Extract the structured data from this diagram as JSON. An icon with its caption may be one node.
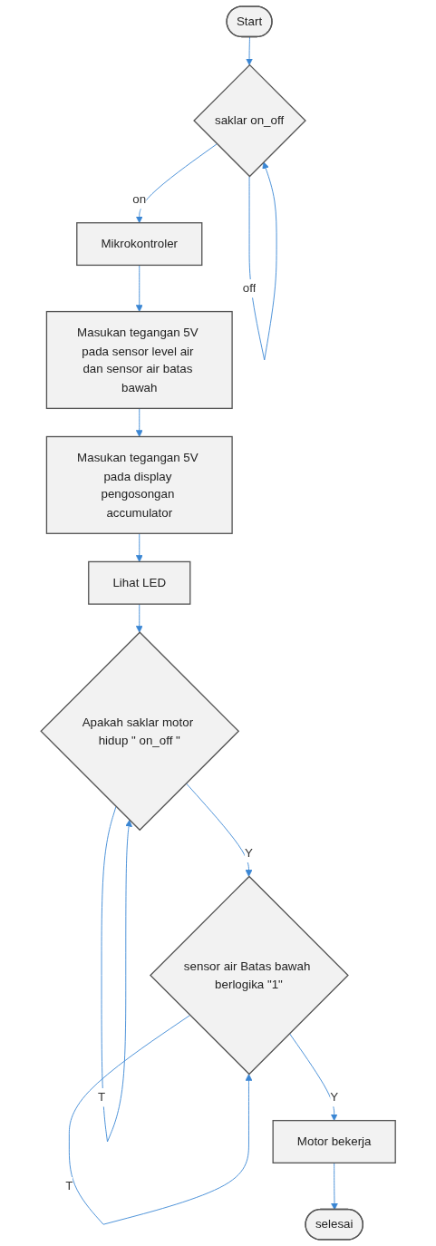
{
  "diagram": {
    "nodes": [
      {
        "text": [
          "Start"
        ]
      },
      {
        "text": [
          "saklar on_off"
        ]
      },
      {
        "text": [
          "Mikrokontroler"
        ]
      },
      {
        "text": [
          "Masukan tegangan 5V pada sensor level air dan sensor air batas bawah"
        ]
      },
      {
        "text": [
          "Masukan tegangan 5V pada display pengosongan accumulator"
        ]
      },
      {
        "text": [
          "Lihat LED"
        ]
      },
      {
        "text": [
          "Apakah saklar motor hidup \" on_off \""
        ]
      },
      {
        "text": [
          "sensor air Batas bawah berlogika \"1\""
        ]
      },
      {
        "text": [
          "Motor bekerja"
        ]
      },
      {
        "text": [
          "selesai"
        ]
      }
    ],
    "edges": [
      {
        "from": 0,
        "to": 1,
        "arrow": "to"
      },
      {
        "from": 1,
        "to": 1,
        "arrow": "to",
        "label": "off"
      },
      {
        "from": 1,
        "to": 2,
        "arrow": "to",
        "label": "on"
      },
      {
        "from": 2,
        "to": 3,
        "arrow": "to"
      },
      {
        "from": 3,
        "to": 4,
        "arrow": "to"
      },
      {
        "from": 4,
        "to": 5,
        "arrow": "to"
      },
      {
        "from": 5,
        "to": 6,
        "arrow": "to"
      },
      {
        "from": 6,
        "to": 6,
        "arrow": "to",
        "label": "T"
      },
      {
        "from": 6,
        "to": 7,
        "arrow": "to",
        "label": "Y"
      },
      {
        "from": 7,
        "to": 7,
        "arrow": "to",
        "label": "T"
      },
      {
        "from": 7,
        "to": 8,
        "arrow": "to",
        "label": "Y"
      },
      {
        "from": 8,
        "to": 9,
        "arrow": "to"
      }
    ]
  }
}
